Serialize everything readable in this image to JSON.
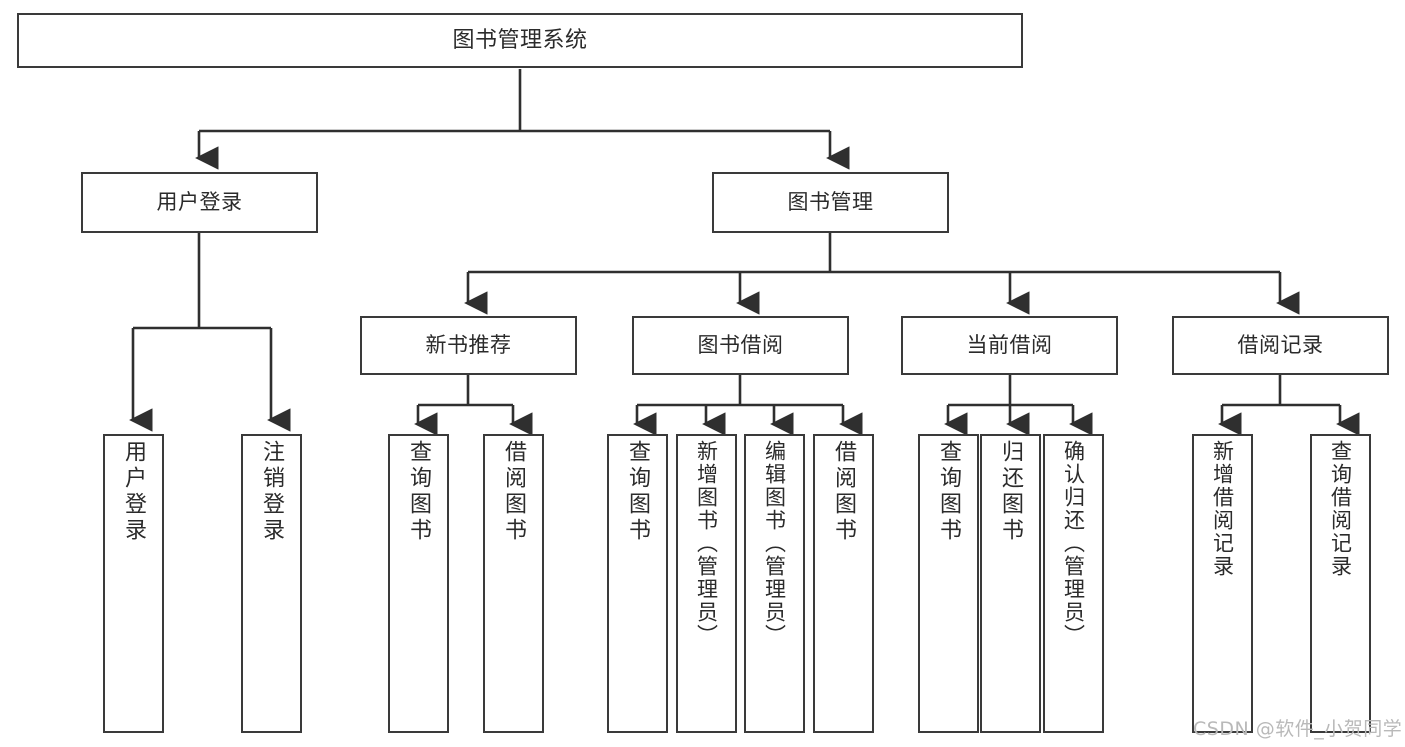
{
  "diagram": {
    "title": "图书管理系统",
    "type": "tree",
    "watermark": "CSDN @软件_小贺同学",
    "colors": {
      "box_border": "#3a3a3a",
      "box_fill": "#ffffff",
      "connector": "#2f2f2f",
      "text": "#2b2b2b",
      "watermark": "#b9b9b9"
    },
    "levels": {
      "root": "图书管理系统",
      "level2": [
        "用户登录",
        "图书管理"
      ],
      "level3": [
        "新书推荐",
        "图书借阅",
        "当前借阅",
        "借阅记录"
      ]
    },
    "nodes": {
      "root": {
        "label": "图书管理系统"
      },
      "user_login": {
        "label": "用户登录"
      },
      "book_manage": {
        "label": "图书管理"
      },
      "new_book_rec": {
        "label": "新书推荐"
      },
      "book_borrow": {
        "label": "图书借阅"
      },
      "current_borrow": {
        "label": "当前借阅"
      },
      "borrow_record": {
        "label": "借阅记录"
      }
    },
    "leaves": {
      "user_login": [
        "用户登录",
        "注销登录"
      ],
      "new_book_rec": [
        "查询图书",
        "借阅图书"
      ],
      "book_borrow": [
        "查询图书",
        "新增图书（管理员）",
        "编辑图书（管理员）",
        "借阅图书"
      ],
      "current_borrow": [
        "查询图书",
        "归还图书",
        "确认归还（管理员）"
      ],
      "borrow_record": [
        "新增借阅记录",
        "查询借阅记录"
      ]
    }
  }
}
